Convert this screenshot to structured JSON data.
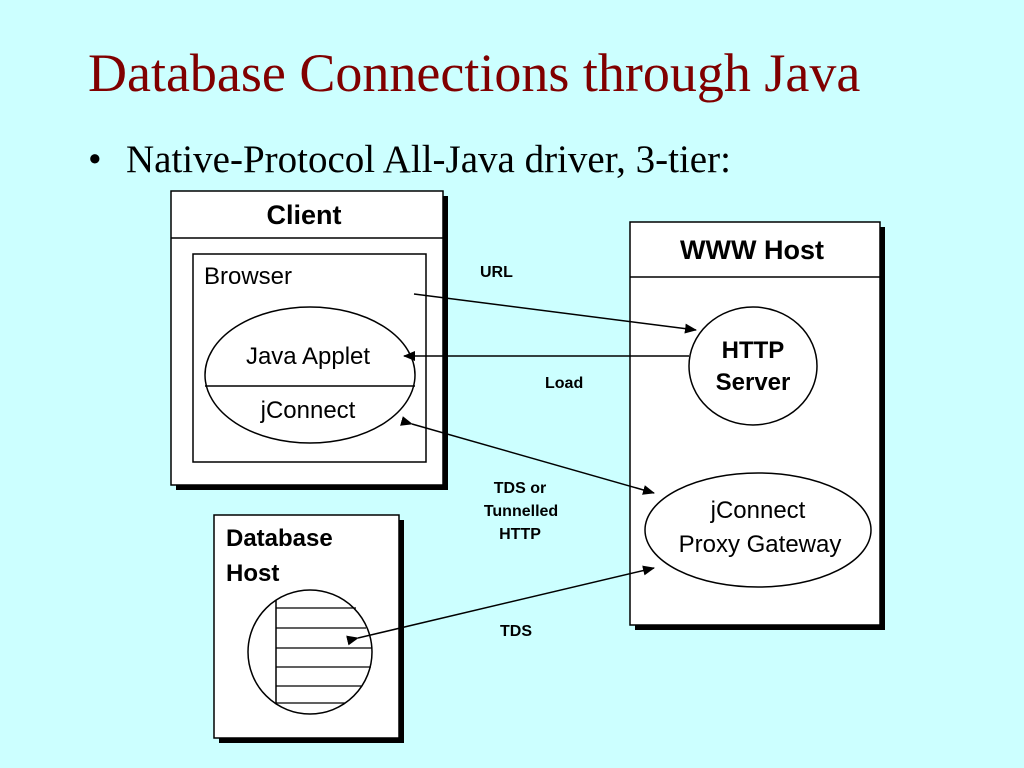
{
  "slide": {
    "title": "Database Connections through Java",
    "bullet_marker": "•",
    "bullet_text": "Native-Protocol All-Java driver, 3-tier:"
  },
  "diagram": {
    "client": {
      "title": "Client",
      "browser_label": "Browser",
      "applet_label": "Java Applet",
      "jconnect_label": "jConnect"
    },
    "www_host": {
      "title": "WWW Host",
      "http_server_line1": "HTTP",
      "http_server_line2": "Server",
      "proxy_line1": "jConnect",
      "proxy_line2": "Proxy Gateway"
    },
    "database_host": {
      "title_line1": "Database",
      "title_line2": "Host"
    },
    "connections": {
      "url": "URL",
      "load": "Load",
      "tds_tunnel_line1": "TDS or",
      "tds_tunnel_line2": "Tunnelled",
      "tds_tunnel_line3": "HTTP",
      "tds": "TDS"
    }
  }
}
